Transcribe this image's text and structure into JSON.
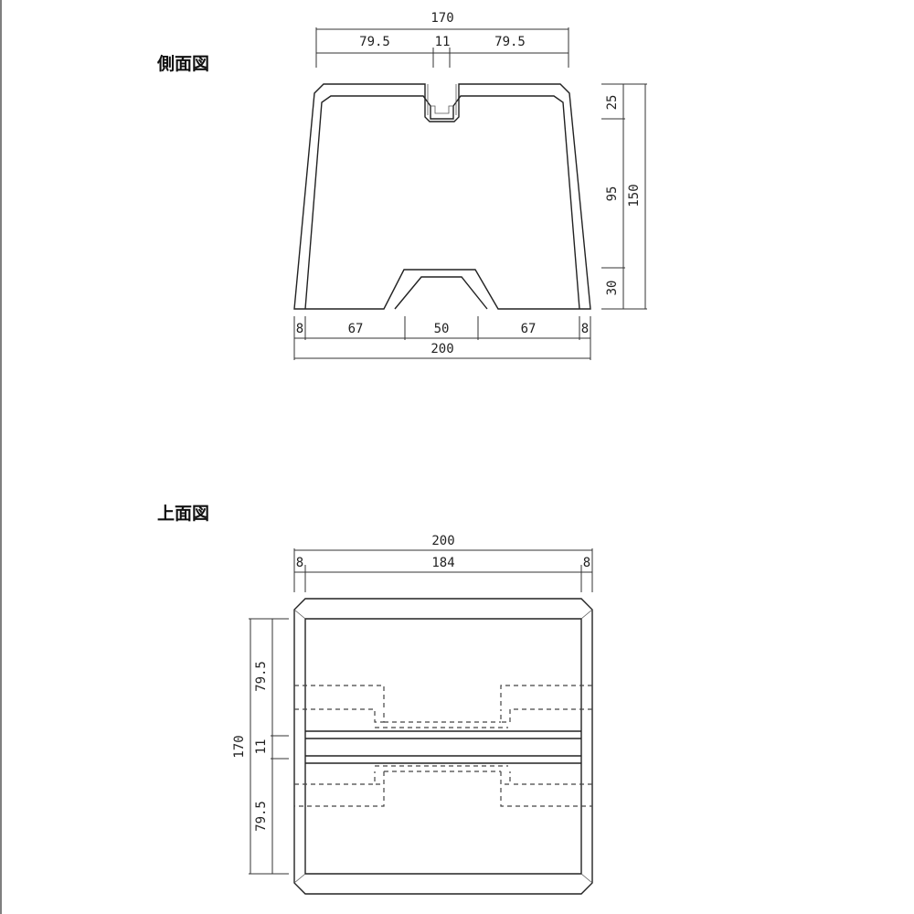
{
  "side_view": {
    "title": "側面図",
    "dims": {
      "top_total": "170",
      "top_left": "79.5",
      "top_center": "11",
      "top_right": "79.5",
      "bottom_left_wall": "8",
      "bottom_left": "67",
      "bottom_center": "50",
      "bottom_right": "67",
      "bottom_right_wall": "8",
      "bottom_total": "200",
      "right_top": "25",
      "right_middle": "95",
      "right_bottom": "30",
      "right_total": "150"
    }
  },
  "top_view": {
    "title": "上面図",
    "dims": {
      "top_total": "200",
      "top_left_wall": "8",
      "top_inner": "184",
      "top_right_wall": "8",
      "left_upper": "79.5",
      "left_center": "11",
      "left_lower": "79.5",
      "left_total": "170"
    }
  }
}
